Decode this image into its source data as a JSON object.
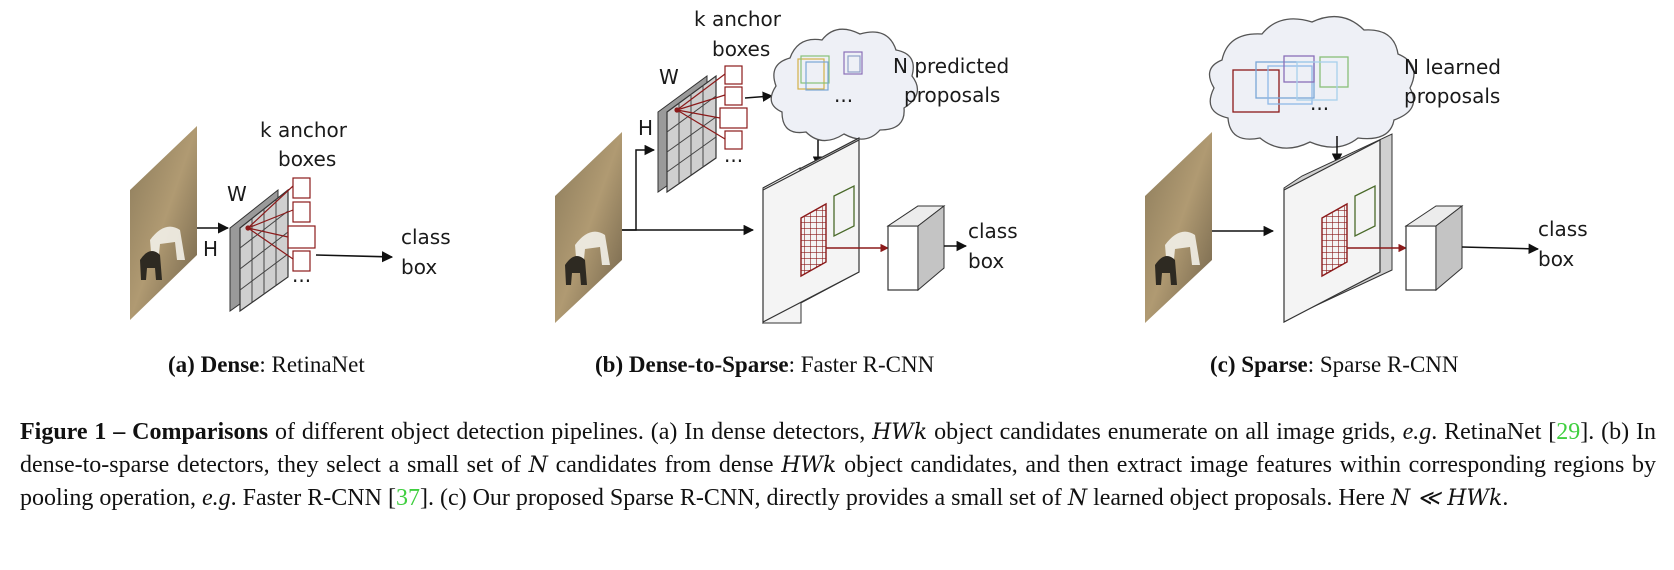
{
  "panels": {
    "a": {
      "anchor_label_1": "k anchor",
      "anchor_label_2": "boxes",
      "w_label": "W",
      "h_label": "H",
      "ellipsis": "...",
      "out_1": "class",
      "out_2": "box",
      "caption_prefix": "(a) ",
      "caption_bold": "Dense",
      "caption_rest": ": RetinaNet"
    },
    "b": {
      "anchor_label_1": "k anchor",
      "anchor_label_2": "boxes",
      "w_label": "W",
      "h_label": "H",
      "ellipsis": "...",
      "cloud_ellipsis": "...",
      "proposals_1": "N predicted",
      "proposals_2": "proposals",
      "out_1": "class",
      "out_2": "box",
      "caption_prefix": "(b) ",
      "caption_bold": "Dense-to-Sparse",
      "caption_rest": ": Faster R-CNN"
    },
    "c": {
      "cloud_ellipsis": "...",
      "proposals_1": "N learned",
      "proposals_2": "proposals",
      "out_1": "class",
      "out_2": "box",
      "caption_prefix": "(c) ",
      "caption_bold": "Sparse",
      "caption_rest": ": Sparse R-CNN"
    }
  },
  "figure_caption": {
    "label": "Figure 1 – Comparisons",
    "t1": " of different object detection pipelines. (a) In dense detectors, ",
    "m1": "HWk",
    "t2": " object candidates enumerate on all image grids, ",
    "eg1": "e.g",
    "t3": ". RetinaNet [",
    "ref1": "29",
    "t4": "]. (b) In dense-to-sparse detectors, they select a small set of ",
    "m2": "N",
    "t5": " candidates from dense ",
    "m3": "HWk",
    "t6": " object candidates, and then extract image features within corresponding regions by pooling operation, ",
    "eg2": "e.g",
    "t7": ". Faster R-CNN [",
    "ref2": "37",
    "t8": "]. (c) Our proposed Sparse R-CNN, directly provides a small set of ",
    "m4": "N",
    "t9": " learned object proposals. Here ",
    "m5": "N ≪ HWk",
    "t10": "."
  },
  "colors": {
    "anchor_red": "#8b1a1a",
    "grid_gray": "#555555",
    "ref_green": "#3fcf3f"
  }
}
